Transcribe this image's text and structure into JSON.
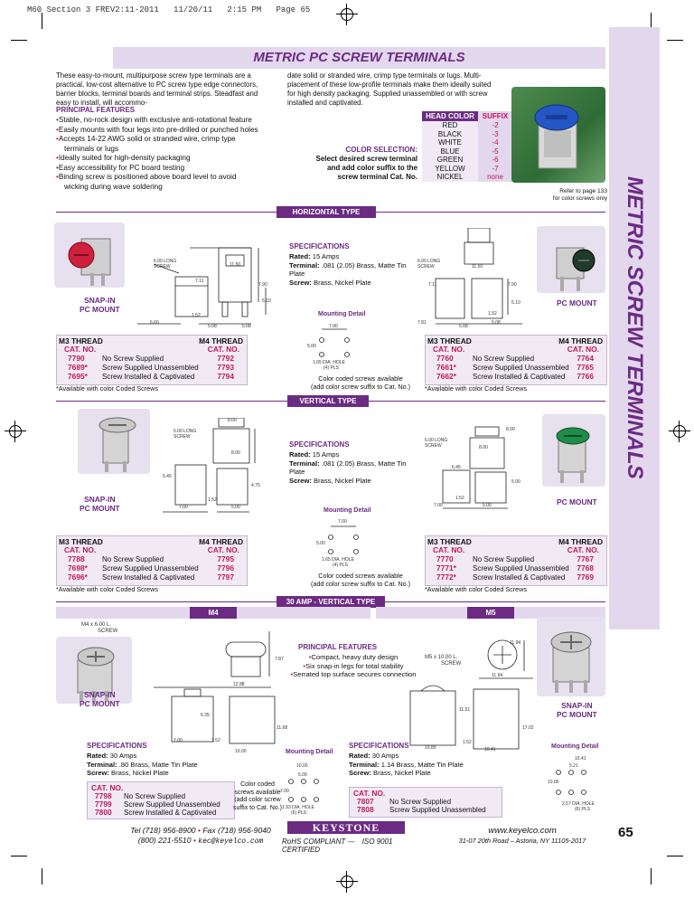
{
  "print_header": "M60 Section 3 FREV2:11-2011   11/20/11   2:15 PM   Page 65",
  "title": "METRIC PC SCREW TERMINALS",
  "side_title": "METRIC SCREW TERMINALS",
  "intro_left": "These easy-to-mount, multipurpose screw type terminals are a practical, low-cost alternative to PC screw type edge connectors, barrier blocks, terminal boards and terminal strips. Steadfast and easy to install, will accommo-",
  "intro_right": "date solid or stranded wire, crimp type terminals or lugs. Multi- placement of these low-profile terminals make them ideally suited for high density packaging. Supplied unassembled or with screw installed and captivated.",
  "features": {
    "heading": "PRINCIPAL FEATURES",
    "items": [
      "Stable, no-rock design with exclusive anti-rotational feature",
      "Easily mounts with four legs into pre-drilled or punched holes",
      "Accepts 14-22 AWG solid or stranded wire, crimp type",
      "terminals or lugs",
      "Ideally suited for high-density packaging",
      "Easy accessibility for PC board testing",
      "Binding screw is positioned above board level to avoid",
      "wicking during wave soldering"
    ]
  },
  "color_selection": {
    "line1": "COLOR SELECTION:",
    "line2": "Select desired screw terminal",
    "line3": "and add color suffix to the",
    "line4": "screw terminal Cat. No.",
    "head_color": "HEAD COLOR",
    "suffix": "SUFFIX",
    "rows": [
      {
        "color": "RED",
        "suffix": "-2"
      },
      {
        "color": "BLACK",
        "suffix": "-3"
      },
      {
        "color": "WHITE",
        "suffix": "-4"
      },
      {
        "color": "BLUE",
        "suffix": "-5"
      },
      {
        "color": "GREEN",
        "suffix": "-6"
      },
      {
        "color": "YELLOW",
        "suffix": "-7"
      },
      {
        "color": "NICKEL",
        "suffix": "none"
      }
    ],
    "refer": "Refer to page 133",
    "refer2": "for color screws only"
  },
  "horizontal": {
    "band": "HORIZONTAL TYPE",
    "spec_head": "SPECIFICATIONS",
    "rated_label": "Rated:",
    "rated": " 15 Amps",
    "terminal_label": "Terminal:",
    "terminal": " .081 (2.05) Brass, Matte Tin Plate",
    "screw_label": "Screw:",
    "screw": " Brass, Nickel Plate",
    "snap_in": "SNAP-IN",
    "pc_mount": "PC MOUNT",
    "mounting_detail": "Mounting Detail",
    "hole": "1.65 DIA. HOLE",
    "hole2": "(4) PLS",
    "color_note1": "Color coded screws available",
    "color_note2": "(add color screw suffix to Cat. No.)",
    "left_table": {
      "m3": "M3 THREAD",
      "m4": "M4 THREAD",
      "cat": "CAT. NO.",
      "rows": [
        {
          "a": "7790",
          "desc": "No Screw Supplied",
          "b": "7792"
        },
        {
          "a": "7689*",
          "desc": "Screw Supplied Unassembled",
          "b": "7793"
        },
        {
          "a": "7695*",
          "desc": "Screw Installed & Captivated",
          "b": "7794"
        }
      ],
      "note": "*Available with color Coded Screws"
    },
    "right_table": {
      "m3": "M3 THREAD",
      "m4": "M4 THREAD",
      "cat": "CAT. NO.",
      "rows": [
        {
          "a": "7760",
          "desc": "No Screw Supplied",
          "b": "7764"
        },
        {
          "a": "7661*",
          "desc": "Screw Supplied Unassembled",
          "b": "7765"
        },
        {
          "a": "7662*",
          "desc": "Screw Installed & Captivated",
          "b": "7766"
        }
      ],
      "note": "*Available with color Coded Screws"
    },
    "dims_left": [
      "6.00 LONG",
      "SCREW",
      "11.50",
      "7.11",
      "7.90",
      "5.10",
      "1.52",
      "6.60",
      "5.08",
      "5.08"
    ],
    "dims_right": [
      "6.00 LONG",
      "SCREW",
      "11.50",
      "7.11",
      "7.90",
      "5.10",
      "1.52",
      "7.81",
      "5.08",
      "5.08"
    ],
    "dims_mount": [
      "7.90",
      "5.00"
    ]
  },
  "vertical": {
    "band": "VERTICAL TYPE",
    "spec_head": "SPECIFICATIONS",
    "rated_label": "Rated:",
    "rated": " 15 Amps",
    "terminal_label": "Terminal:",
    "terminal": " .081 (2.05) Brass, Matte Tin Plate",
    "screw_label": "Screw:",
    "screw": " Brass, Nickel Plate",
    "snap_in": "SNAP-IN",
    "pc_mount": "PC MOUNT",
    "mounting_detail": "Mounting Detail",
    "hole": "1.65 DIA. HOLE",
    "hole2": "(4) PLS",
    "color_note1": "Color coded screws available",
    "color_note2": "(add color screw suffix to Cat. No.)",
    "left_table": {
      "m3": "M3 THREAD",
      "m4": "M4 THREAD",
      "cat": "CAT. NO.",
      "rows": [
        {
          "a": "7788",
          "desc": "No Screw Supplied",
          "b": "7795"
        },
        {
          "a": "7698*",
          "desc": "Screw Supplied Unassembled",
          "b": "7796"
        },
        {
          "a": "7696*",
          "desc": "Screw Installed & Captivated",
          "b": "7797"
        }
      ],
      "note": "*Available with color Coded Screws"
    },
    "right_table": {
      "m3": "M3 THREAD",
      "m4": "M4 THREAD",
      "cat": "CAT. NO.",
      "rows": [
        {
          "a": "7770",
          "desc": "No Screw Supplied",
          "b": "7767"
        },
        {
          "a": "7771*",
          "desc": "Screw Supplied Unassembled",
          "b": "7768"
        },
        {
          "a": "7772*",
          "desc": "Screw Installed & Captivated",
          "b": "7769"
        }
      ],
      "note": "*Available with color Coded Screws"
    },
    "dims_left": [
      "8.00",
      "6.00 LONG",
      "SCREW",
      "8.00",
      "6.45",
      "4.75",
      "1.52",
      "7.00",
      "5.00"
    ],
    "dims_right": [
      "8.00",
      "6.00 LONG",
      "SCREW",
      "8.00",
      "6.45",
      "5.00",
      "1.52",
      "7.00",
      "5.00"
    ],
    "dims_mount": [
      "7.00",
      "5.00"
    ]
  },
  "amp30": {
    "band": "30 AMP - VERTICAL TYPE",
    "m4": "M4",
    "m5": "M5",
    "features_head": "PRINCIPAL FEATURES",
    "features": [
      "Compact, heavy duty design",
      "Six snap-in legs for total stability",
      "Serrated top surface secures connection"
    ],
    "m4_screw": "M4 x 6.00 L.",
    "m4_screw2": "SCREW",
    "m5_screw": "M5 x 10.00 L.",
    "m5_screw2": "SCREW",
    "snap_in": "SNAP-IN",
    "pc_mount": "PC MOUNT",
    "spec_head": "SPECIFICATIONS",
    "m4_spec": {
      "rated_label": "Rated:",
      "rated": " 30 Amps",
      "terminal_label": "Terminal:",
      "terminal": " .80 Brass, Matte Tin Plate",
      "screw_label": "Screw:",
      "screw": " Brass, Nickel Plate"
    },
    "m5_spec": {
      "rated_label": "Rated:",
      "rated": " 30 Amps",
      "terminal_label": "Terminal:",
      "terminal": " 1.14 Brass, Matte Tin Plate",
      "screw_label": "Screw:",
      "screw": " Brass, Nickel Plate"
    },
    "m4_table": {
      "cat": "CAT. NO.",
      "rows": [
        {
          "a": "7798",
          "desc": "No Screw Supplied"
        },
        {
          "a": "7799",
          "desc": "Screw Supplied Unassembled"
        },
        {
          "a": "7800",
          "desc": "Screw Installed & Captivated"
        }
      ]
    },
    "m5_table": {
      "cat": "CAT. NO.",
      "rows": [
        {
          "a": "7807",
          "desc": "No Screw Supplied"
        },
        {
          "a": "7808",
          "desc": "Screw Supplied Unassembled"
        }
      ]
    },
    "mounting_detail": "Mounting Detail",
    "color_coded": [
      "Color coded",
      "screws available",
      "(add color screw",
      "suffix to Cat. No.)"
    ],
    "m4_hole": "1.93 DIA. HOLE",
    "m4_hole2": "(6) PLS",
    "m5_hole": "2.57 DIA. HOLE",
    "m5_hole2": "(6) PLS",
    "dims_m4": [
      "7.87",
      "12.88",
      "6.35",
      "11.68",
      "7.00",
      "1.52",
      "10.00"
    ],
    "dims_m4_mount": [
      "10.00",
      "5.00",
      "7.00"
    ],
    "dims_m5": [
      "11.94",
      "11.94",
      "11.51",
      "17.02",
      "10.80",
      "1.52",
      "10.41"
    ],
    "dims_m5_mount": [
      "10.41",
      "5.21",
      "10.80"
    ]
  },
  "footer": {
    "tel": "Tel (718) 956-8900",
    "fax": "Fax (718) 956-9040",
    "phone": "(800) 221-5510",
    "email": "kec@keyelco.com",
    "brand": "KEYSTONE",
    "rohs": "RoHS COMPLIANT",
    "iso": "ISO 9001 CERTIFIED",
    "web": "www.keyelco.com",
    "address": "31-07 20th Road – Astoria, NY 11105-2017",
    "page": "65"
  },
  "colors": {
    "accent": "#6b2b83",
    "tint": "#e3d7ee",
    "catalog": "#c2185b"
  }
}
